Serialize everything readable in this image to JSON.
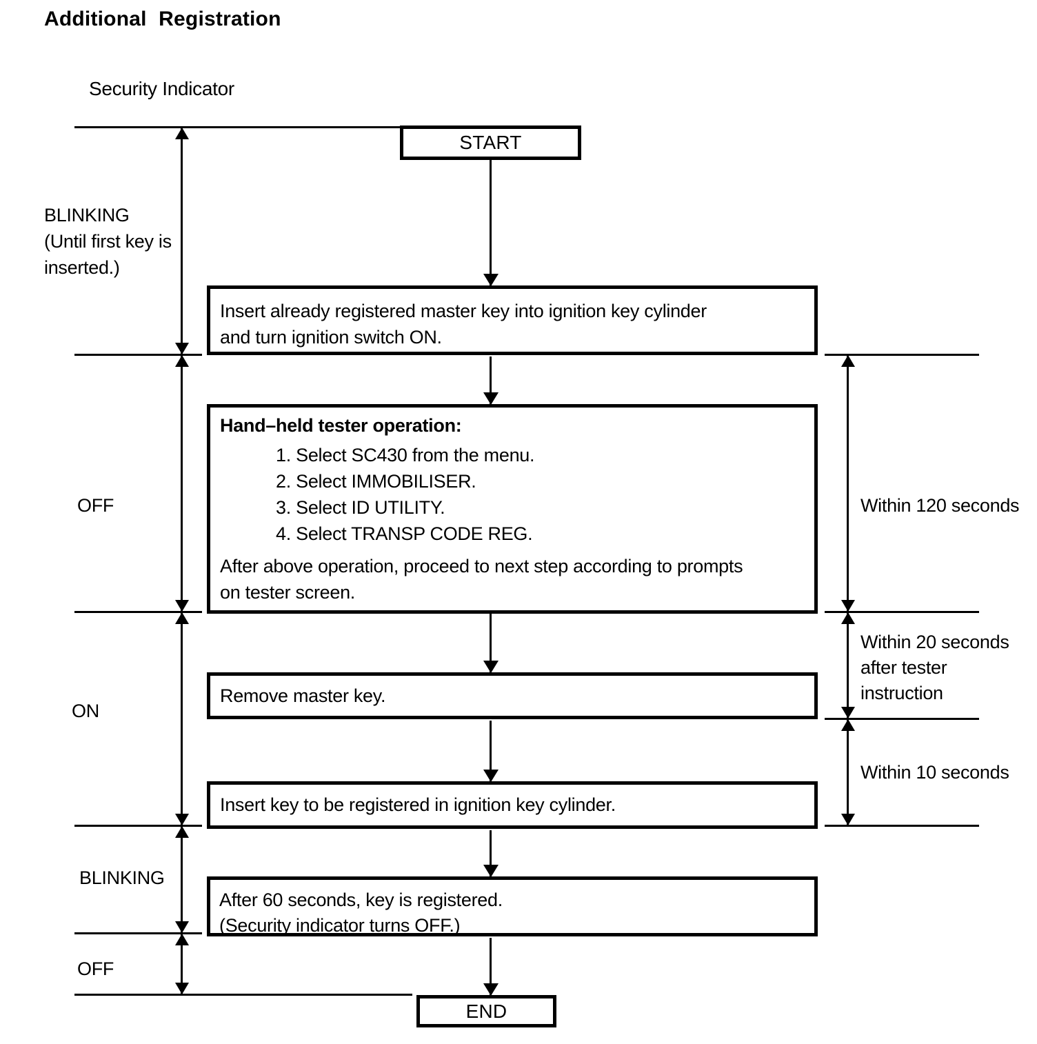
{
  "title": "Additional Registration",
  "indicator_label": "Security Indicator",
  "states": {
    "s1": {
      "l1": "BLINKING",
      "l2": "(Until first key is",
      "l3": "inserted.)"
    },
    "s2": "OFF",
    "s3": "ON",
    "s4": "BLINKING",
    "s5": "OFF"
  },
  "flow": {
    "start": "START",
    "step1": {
      "l1": "Insert already registered master key into ignition key cylinder",
      "l2": "and turn ignition switch ON."
    },
    "tester": {
      "title": "Hand–held tester operation:",
      "items": [
        "1. Select SC430 from the menu.",
        "2. Select IMMOBILISER.",
        "3. Select ID UTILITY.",
        "4. Select TRANSP CODE REG."
      ],
      "note": [
        "After above operation, proceed to next step according to prompts",
        "on tester screen."
      ]
    },
    "step3": "Remove master key.",
    "step4": "Insert key to be registered in ignition key cylinder.",
    "step5": {
      "l1": "After 60 seconds, key is registered.",
      "l2": "(Security indicator turns OFF.)"
    },
    "end": "END"
  },
  "timings": {
    "t1": "Within 120 seconds",
    "t2": {
      "l1": "Within 20 seconds",
      "l2": "after tester",
      "l3": "instruction"
    },
    "t3": "Within 10 seconds"
  },
  "colors": {
    "ink": "#000000",
    "paper": "#ffffff"
  }
}
